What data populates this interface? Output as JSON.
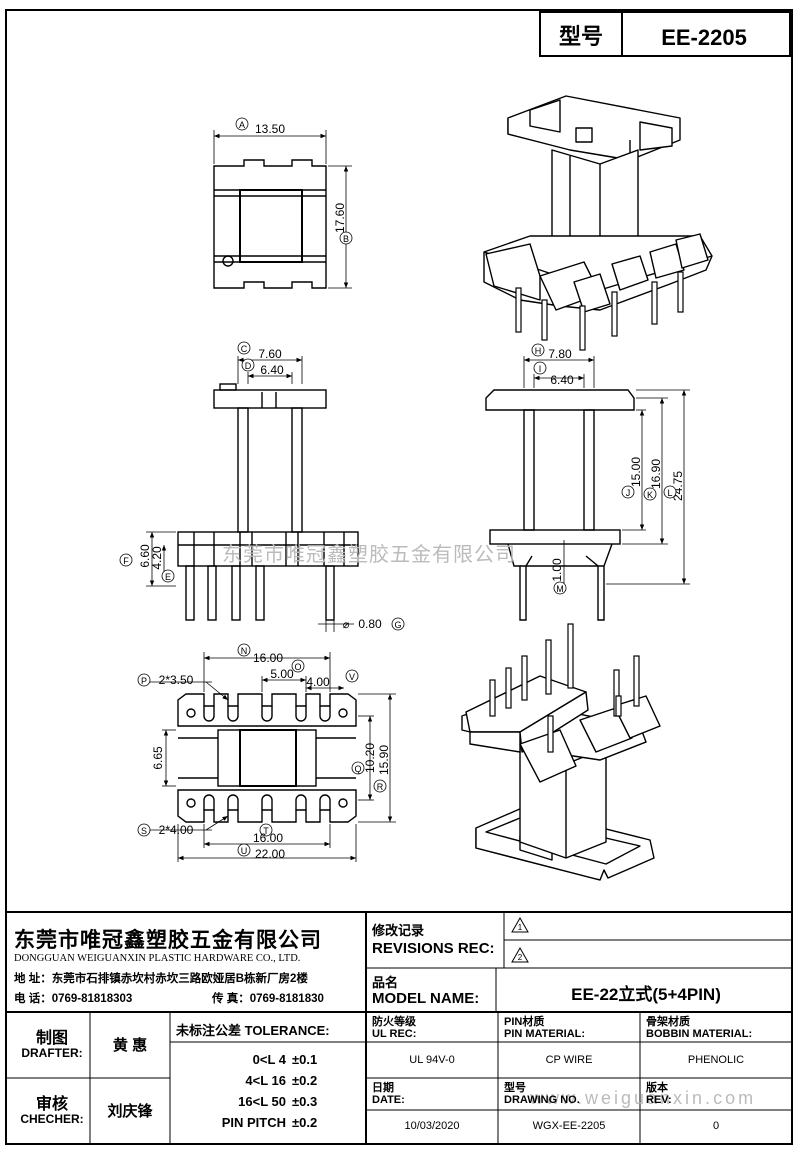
{
  "model_header": {
    "label": "型号",
    "value": "EE-2205"
  },
  "dims": {
    "A": "13.50",
    "B": "17.60",
    "C": "7.60",
    "D": "6.40",
    "E": "4.20",
    "F": "6.60",
    "G": "0.80",
    "H": "7.80",
    "I": "6.40",
    "J": "15.00",
    "K": "16.90",
    "L": "24.75",
    "M": "1.00",
    "N": "16.00",
    "O": "5.00",
    "P": "2*3.50",
    "Q": "10.20",
    "R": "15.90",
    "S": "2*4.00",
    "T": "16.00",
    "U": "22.00",
    "V": "4.00",
    "W": "6.65"
  },
  "letters": {
    "A": "A",
    "B": "B",
    "C": "C",
    "D": "D",
    "E": "E",
    "F": "F",
    "G": "G",
    "H": "H",
    "I": "I",
    "J": "J",
    "K": "K",
    "L": "L",
    "M": "M",
    "N": "N",
    "O": "O",
    "P": "P",
    "Q": "Q",
    "R": "R",
    "S": "S",
    "T": "T",
    "U": "U",
    "V": "V"
  },
  "watermark": "东莞市唯冠鑫塑胶五金有限公司",
  "watermark_url": "www.weiguanxin.com",
  "company": {
    "name_cn": "东莞市唯冠鑫塑胶五金有限公司",
    "name_en": "DONGGUAN WEIGUANXIN PLASTIC HARDWARE CO., LTD.",
    "address": "地  址：东莞市石排镇赤坎村赤坎三路欧娅居B栋新厂房2楼",
    "phone": "电  话：0769-81818303",
    "fax": "传  真：0769-8181830"
  },
  "revisions": {
    "label_cn": "修改记录",
    "label_en": "REVISIONS REC:",
    "rev1": "1",
    "rev2": "2"
  },
  "model": {
    "label_cn": "品名",
    "label_en": "MODEL NAME:",
    "value": "EE-22立式(5+4PIN)"
  },
  "drafter": {
    "label_cn": "制图",
    "label_en": "DRAFTER:",
    "name": "黄  惠"
  },
  "checker": {
    "label_cn": "审核",
    "label_en": "CHECHER:",
    "name": "刘庆锋"
  },
  "tolerance": {
    "label": "未标注公差 TOLERANCE:",
    "rows": [
      {
        "range": "0<L   4",
        "tol": "±0.1"
      },
      {
        "range": "4<L   16",
        "tol": "±0.2"
      },
      {
        "range": "16<L   50",
        "tol": "±0.3"
      },
      {
        "range": "PIN PITCH",
        "tol": "±0.2"
      }
    ]
  },
  "specs": {
    "ul_cn": "防火等级",
    "ul_en": "UL REC:",
    "ul_val": "UL 94V-0",
    "pin_cn": "PIN材质",
    "pin_en": "PIN MATERIAL:",
    "pin_val": "CP WIRE",
    "bob_cn": "骨架材质",
    "bob_en": "BOBBIN MATERIAL:",
    "bob_val": "PHENOLIC",
    "date_cn": "日期",
    "date_en": "DATE:",
    "date_val": "10/03/2020",
    "dwg_cn": "型号",
    "dwg_en": "DRAWING NO.",
    "dwg_val": "WGX-EE-2205",
    "rev_cn": "版本",
    "rev_en": "REV:",
    "rev_val": "0"
  }
}
